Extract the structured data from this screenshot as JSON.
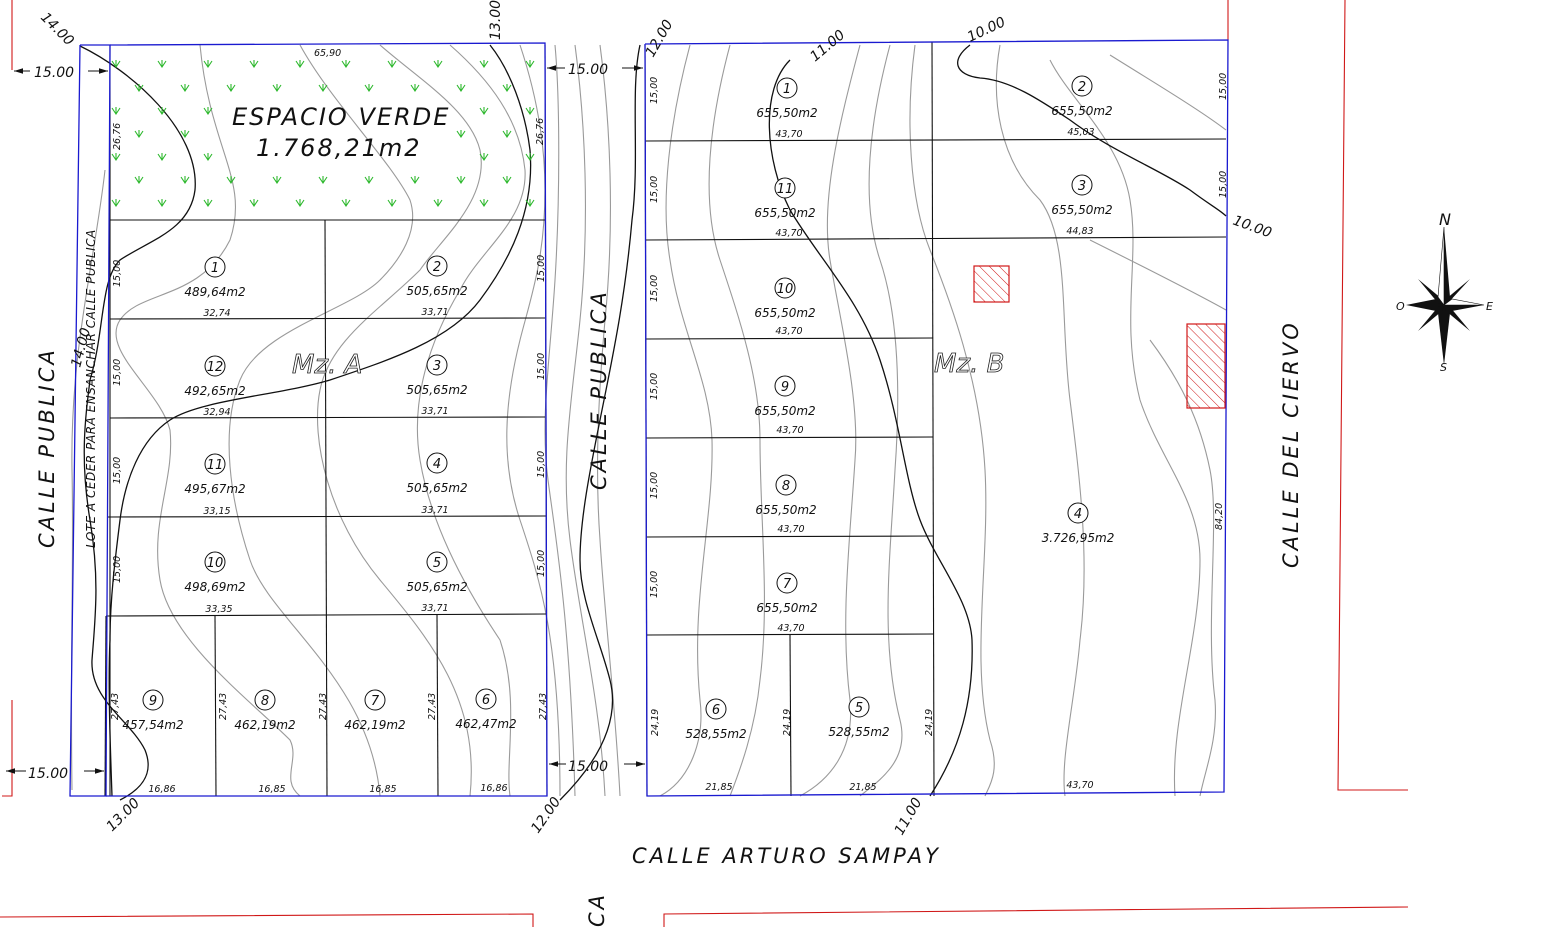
{
  "colors": {
    "boundary": "#1a1ad0",
    "street_line": "#d01818",
    "green_symbol": "#2db82d",
    "contour_minor": "#9a9a9a",
    "contour_major": "#111111",
    "easement_hatch": "#d01818"
  },
  "streets": {
    "left": "CALLE PUBLICA",
    "center": "CALLE PUBLICA",
    "right": "CALLE DEL CIERVO",
    "bottom": "CALLE ARTURO SAMPAY",
    "bottom_cut": "CA",
    "cede_note": "LOTE A CEDER PARA ENSANCHAR CALLE PUBLICA"
  },
  "green_space": {
    "title": "ESPACIO VERDE",
    "area": "1.768,21m2",
    "top_dim": "65,90",
    "side_left": "26,76",
    "side_right": "26,76"
  },
  "blocks": {
    "a": "Mz. A",
    "b": "Mz. B"
  },
  "street_widths": {
    "top_left": "15.00",
    "top_center": "15.00",
    "bottom_left": "15.00",
    "bottom_center": "15.00"
  },
  "levels": {
    "l1": "14.00",
    "l2": "13.00",
    "l3": "12.00",
    "l4": "11.00",
    "l5": "10.00",
    "l6": "10.00",
    "l7": "14.00",
    "l8": "13.00",
    "l9": "12.00",
    "l10": "11.00"
  },
  "compass": {
    "n": "N",
    "s": "S",
    "e": "E",
    "o": "O"
  },
  "lots_a": [
    {
      "num": "1",
      "area": "489,64m2",
      "bottom": "32,74"
    },
    {
      "num": "2",
      "area": "505,65m2",
      "bottom": "33,71"
    },
    {
      "num": "12",
      "area": "492,65m2",
      "bottom": "32,94"
    },
    {
      "num": "3",
      "area": "505,65m2",
      "bottom": "33,71"
    },
    {
      "num": "11",
      "area": "495,67m2",
      "bottom": "33,15"
    },
    {
      "num": "4",
      "area": "505,65m2",
      "bottom": "33,71"
    },
    {
      "num": "10",
      "area": "498,69m2",
      "bottom": "33,35"
    },
    {
      "num": "5",
      "area": "505,65m2",
      "bottom": "33,71"
    },
    {
      "num": "9",
      "area": "457,54m2",
      "bottom": "16,86"
    },
    {
      "num": "8",
      "area": "462,19m2",
      "bottom": "16,85"
    },
    {
      "num": "7",
      "area": "462,19m2",
      "bottom": "16,85"
    },
    {
      "num": "6",
      "area": "462,47m2",
      "bottom": "16,86"
    }
  ],
  "lots_a_sides": {
    "left_15": "15,00",
    "right_15": "15,00",
    "side_2743": "27,43"
  },
  "lots_b": [
    {
      "num": "1",
      "area": "655,50m2",
      "bottom": "43,70"
    },
    {
      "num": "11",
      "area": "655,50m2",
      "bottom": "43,70"
    },
    {
      "num": "10",
      "area": "655,50m2",
      "bottom": "43,70"
    },
    {
      "num": "9",
      "area": "655,50m2",
      "bottom": "43,70"
    },
    {
      "num": "8",
      "area": "655,50m2",
      "bottom": "43,70"
    },
    {
      "num": "7",
      "area": "655,50m2",
      "bottom": "43,70"
    },
    {
      "num": "6",
      "area": "528,55m2",
      "bottom": "21,85"
    },
    {
      "num": "5",
      "area": "528,55m2",
      "bottom": "21,85"
    },
    {
      "num": "2",
      "area": "655,50m2",
      "bottom": "45,03"
    },
    {
      "num": "3",
      "area": "655,50m2",
      "bottom": "44,83"
    },
    {
      "num": "4",
      "area": "3.726,95m2",
      "bottom": "43,70"
    }
  ],
  "lots_b_sides": {
    "left_15": "15,00",
    "side_2419": "24,19",
    "right_15": "15,00",
    "right_8420": "84,20"
  }
}
